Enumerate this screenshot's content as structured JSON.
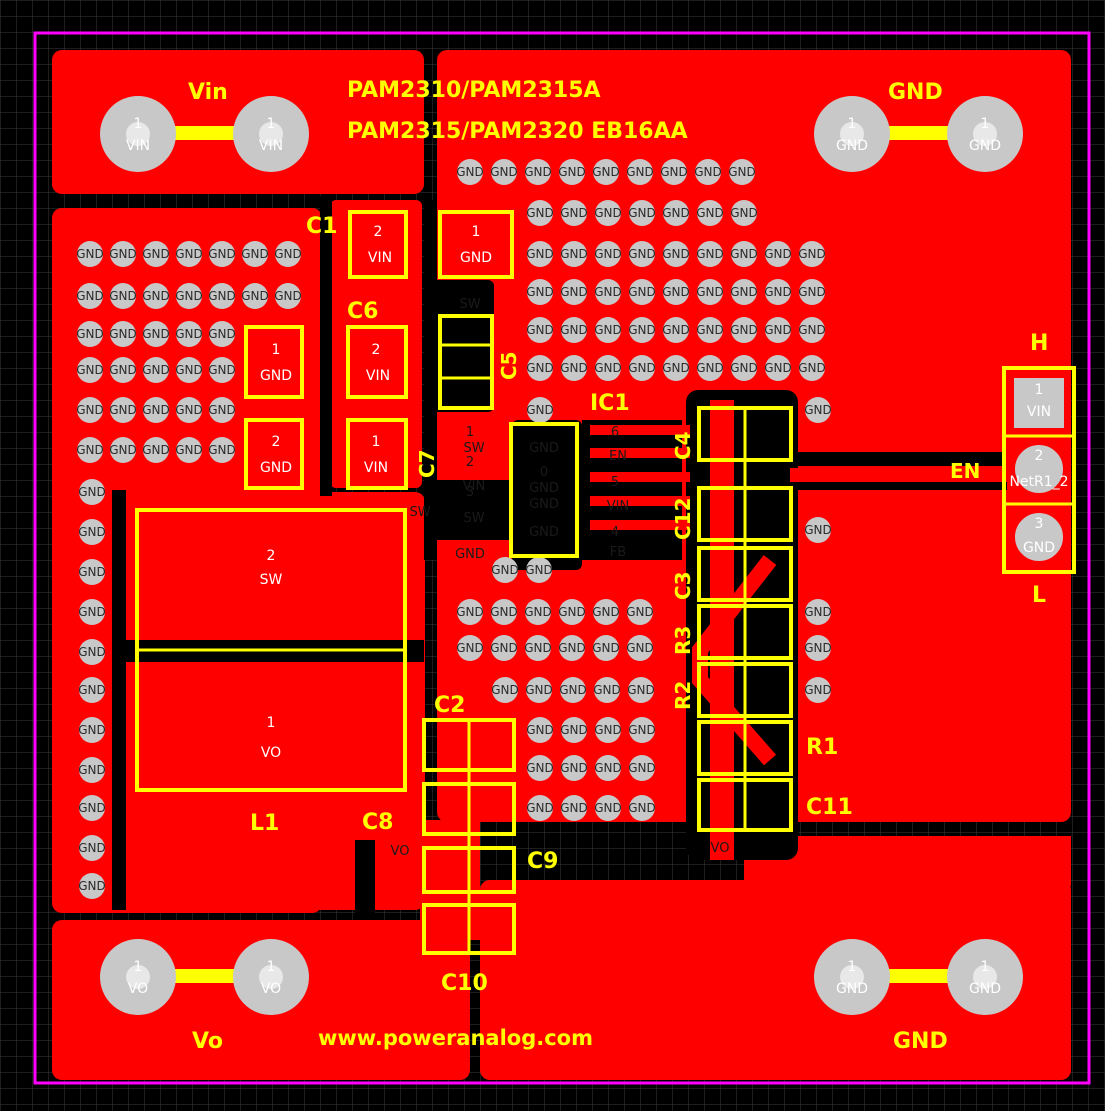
{
  "board": {
    "title_line1": "PAM2310/PAM2315A",
    "title_line2": "PAM2315/PAM2320 EB16AA",
    "website": "www.poweranalog.com"
  },
  "colors": {
    "copper": "#ff0000",
    "silk": "#ffff00",
    "outline": "#ff00ff",
    "grid": "#3a3a3a",
    "via": "#c8c8c8",
    "background": "#000000"
  },
  "corner_labels": {
    "vin": "Vin",
    "gnd_top": "GND",
    "vo": "Vo",
    "gnd_bottom": "GND"
  },
  "thru_pads": [
    {
      "id": "vin-a",
      "num": "1",
      "net": "VIN"
    },
    {
      "id": "vin-b",
      "num": "1",
      "net": "VIN"
    },
    {
      "id": "gnd-a",
      "num": "1",
      "net": "GND"
    },
    {
      "id": "gnd-b",
      "num": "1",
      "net": "GND"
    },
    {
      "id": "vo-a",
      "num": "1",
      "net": "VO"
    },
    {
      "id": "vo-b",
      "num": "1",
      "net": "VO"
    },
    {
      "id": "gnd-c",
      "num": "1",
      "net": "GND"
    },
    {
      "id": "gnd-d",
      "num": "1",
      "net": "GND"
    }
  ],
  "via_label": "GND",
  "sw_label": "SW",
  "vo_label": "VO",
  "components": {
    "C1": "C1",
    "C6": "C6",
    "C5": "C5",
    "C7": "C7",
    "C2": "C2",
    "C8": "C8",
    "C9": "C9",
    "C10": "C10",
    "IC1": "IC1",
    "C4": "C4",
    "C12": "C12",
    "C3": "C3",
    "R3": "R3",
    "R2": "R2",
    "R1": "R1",
    "C11": "C11",
    "L1": "L1"
  },
  "smd_pads": {
    "c1": {
      "num": "2",
      "net": "VIN"
    },
    "c1_gnd": {
      "num": "1",
      "net": "GND"
    },
    "c6": {
      "num": "2",
      "net": "VIN"
    },
    "c6_gnd": {
      "num": "1",
      "net": "GND"
    },
    "c7": {
      "num": "1",
      "net": "VIN"
    },
    "c7_gnd": {
      "num": "2",
      "net": "GND"
    },
    "l1_sw": {
      "num": "2",
      "net": "SW"
    },
    "l1_vo": {
      "num": "1",
      "net": "VO"
    }
  },
  "ic1": {
    "left_pins": [
      "1",
      "2",
      "3"
    ],
    "left_nets": [
      "SW",
      "VIN",
      "SW"
    ],
    "left_gnd": "GND",
    "center": [
      "GND",
      "0",
      "GND",
      "GND",
      "GND"
    ],
    "right_pins": [
      "6",
      "5",
      "4"
    ],
    "right_nets": [
      "EN",
      "VIN",
      "FB"
    ]
  },
  "header_j": {
    "high_label": "H",
    "low_label": "L",
    "en_label": "EN",
    "pins": [
      {
        "num": "1",
        "net": "VIN"
      },
      {
        "num": "2",
        "net": "NetR1_2"
      },
      {
        "num": "3",
        "net": "GND"
      }
    ]
  }
}
